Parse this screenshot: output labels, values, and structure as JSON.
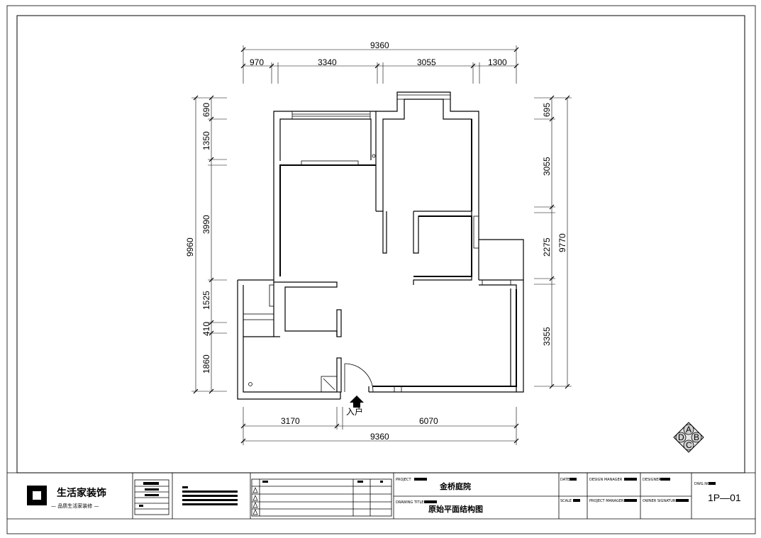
{
  "plan": {
    "overall_width_top": "9360",
    "overall_width_bottom": "9360",
    "top_segments": [
      "970",
      "3340",
      "3055",
      "1300"
    ],
    "bottom_segments": [
      "3170",
      "6070"
    ],
    "left_overall": "9960",
    "left_segments": [
      "690",
      "1350",
      "3990",
      "1525",
      "410",
      "1860"
    ],
    "right_overall": "9770",
    "right_segments": [
      "695",
      "3055",
      "2275",
      "3355"
    ],
    "entrance_label": "入户"
  },
  "north_symbol": {
    "letters": [
      "A",
      "B",
      "C",
      "D"
    ]
  },
  "title_block": {
    "company_name": "生活家装饰",
    "company_tagline": "— 品质生活家装修 —",
    "project_label": "PROJECT",
    "project_name": "金桥庭院",
    "drawing_title_label": "DRAWING TITLE",
    "drawing_title": "原始平面结构图",
    "date_label": "DATE",
    "scale_label": "SCALE",
    "design_manager_label": "DESIGN MANAGER",
    "project_manager_label": "PROJECT MANAGER",
    "designer_label": "DESIGNER",
    "owner_signature_label": "OWNER SIGNATURE",
    "dwg_no_label": "DWG.NO",
    "drawing_number": "1P—01"
  }
}
